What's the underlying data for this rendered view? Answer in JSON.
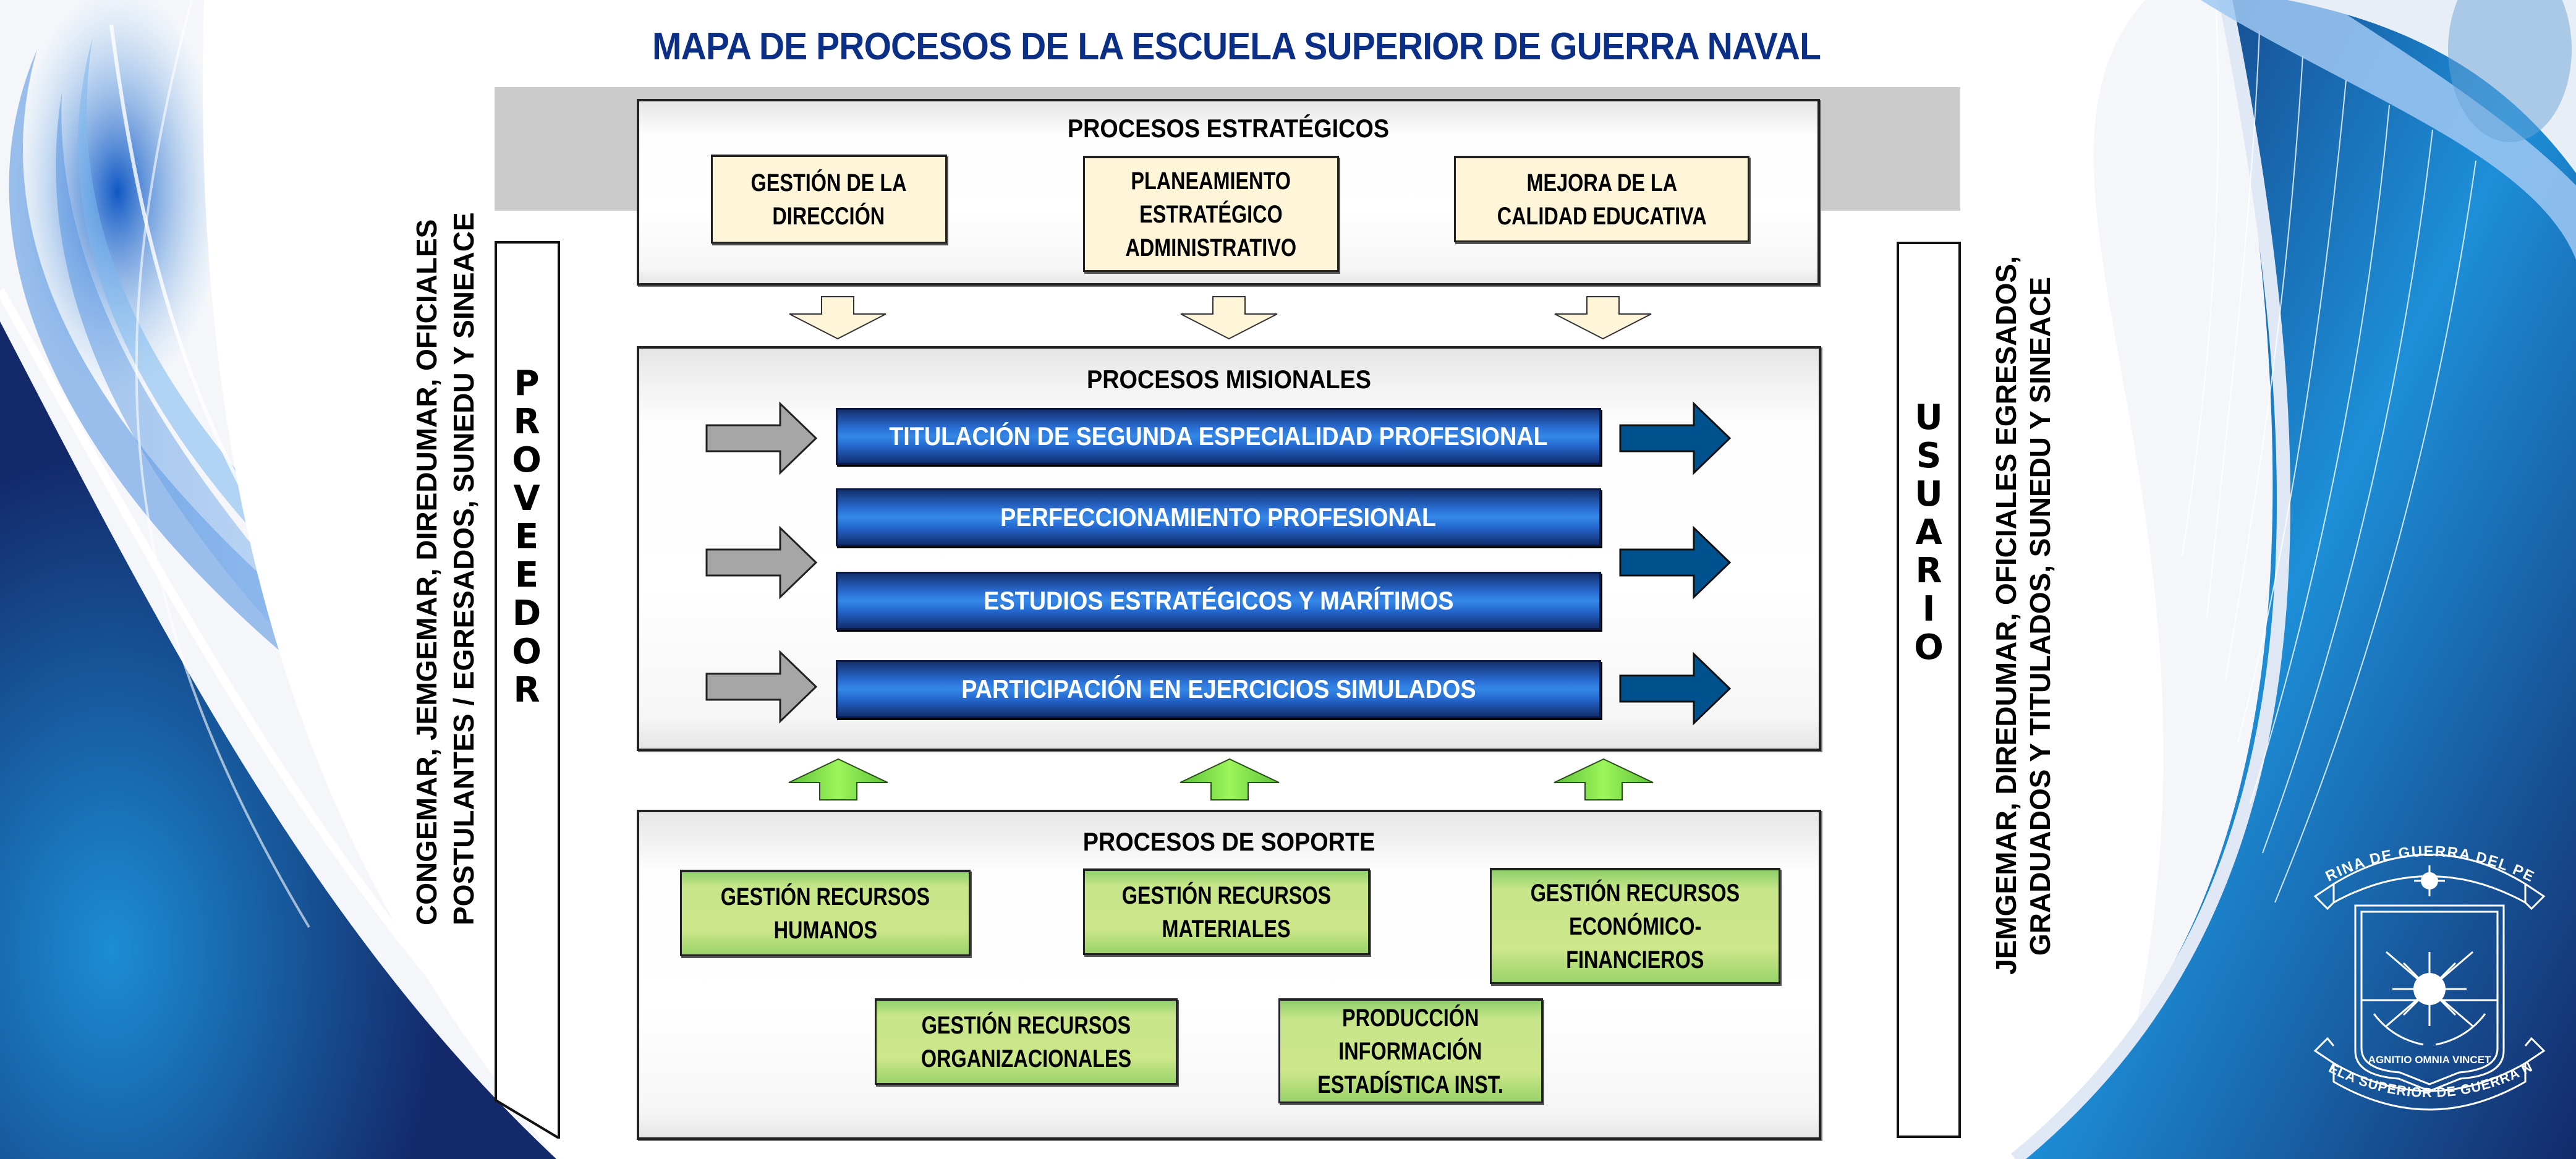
{
  "title": "MAPA DE PROCESOS DE LA ESCUELA SUPERIOR DE GUERRA NAVAL",
  "colors": {
    "title": "#0b2f86",
    "strategic_box": "#fff5d9",
    "missional_bar": "#2a6fd6",
    "support_box": "#c8e68a",
    "input_arrow": "#a6a6a6",
    "output_arrow": "#00528f",
    "down_arrow": "#fff5d9",
    "up_arrow": "#88e84a",
    "gray_band": "#cccccc"
  },
  "proveedor": {
    "label": "PROVEEDOR",
    "letters": [
      "P",
      "R",
      "O",
      "V",
      "E",
      "E",
      "D",
      "O",
      "R"
    ],
    "lines": [
      "CONGEMAR, JEMGEMAR, DIREDUMAR, OFICIALES",
      "POSTULANTES / EGRESADOS, SUNEDU Y SINEACE"
    ]
  },
  "usuario": {
    "label": "USUARIO",
    "letters": [
      "U",
      "S",
      "U",
      "A",
      "R",
      "I",
      "O"
    ],
    "lines": [
      "JEMGEMAR, DIREDUMAR, OFICIALES EGRESADOS,",
      "GRADUADOS Y TITULADOS, SUNEDU Y SINEACE"
    ]
  },
  "strategic": {
    "title": "PROCESOS ESTRATÉGICOS",
    "items": [
      {
        "lines": [
          "GESTIÓN DE LA",
          "DIRECCIÓN"
        ]
      },
      {
        "lines": [
          "PLANEAMIENTO",
          "ESTRATÉGICO",
          "ADMINISTRATIVO"
        ]
      },
      {
        "lines": [
          "MEJORA DE LA",
          "CALIDAD EDUCATIVA"
        ]
      }
    ]
  },
  "missional": {
    "title": "PROCESOS MISIONALES",
    "items": [
      "TITULACIÓN DE SEGUNDA ESPECIALIDAD PROFESIONAL",
      "PERFECCIONAMIENTO PROFESIONAL",
      "ESTUDIOS ESTRATÉGICOS Y MARÍTIMOS",
      "PARTICIPACIÓN EN EJERCICIOS SIMULADOS"
    ]
  },
  "support": {
    "title": "PROCESOS DE SOPORTE",
    "items": [
      {
        "lines": [
          "GESTIÓN RECURSOS",
          "HUMANOS"
        ]
      },
      {
        "lines": [
          "GESTIÓN RECURSOS",
          "MATERIALES"
        ]
      },
      {
        "lines": [
          "GESTIÓN RECURSOS",
          "ECONÓMICO-",
          "FINANCIEROS"
        ]
      },
      {
        "lines": [
          "GESTIÓN RECURSOS",
          "ORGANIZACIONALES"
        ]
      },
      {
        "lines": [
          "PRODUCCIÓN",
          "INFORMACIÓN",
          "ESTADÍSTICA INST."
        ]
      }
    ]
  },
  "logo": {
    "top_ribbon": "MARINA DE GUERRA DEL PERÚ",
    "motto": "AGNITIO OMNIA VINCET",
    "bottom_ribbon": "ESCUELA SUPERIOR DE GUERRA NAVAL",
    "icon": "naval-shield-emblem"
  }
}
